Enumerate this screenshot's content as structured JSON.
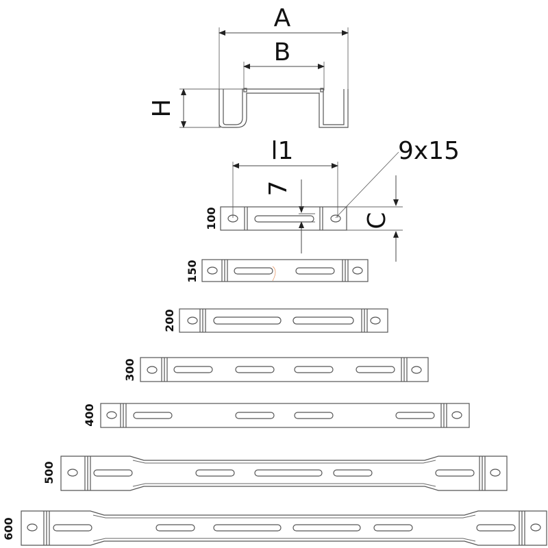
{
  "labels": {
    "A": "A",
    "B": "B",
    "H": "H",
    "l1": "l1",
    "slot_width": "7",
    "hole": "9x15",
    "C": "C"
  },
  "sizes": [
    "100",
    "150",
    "200",
    "300",
    "400",
    "500",
    "600"
  ]
}
